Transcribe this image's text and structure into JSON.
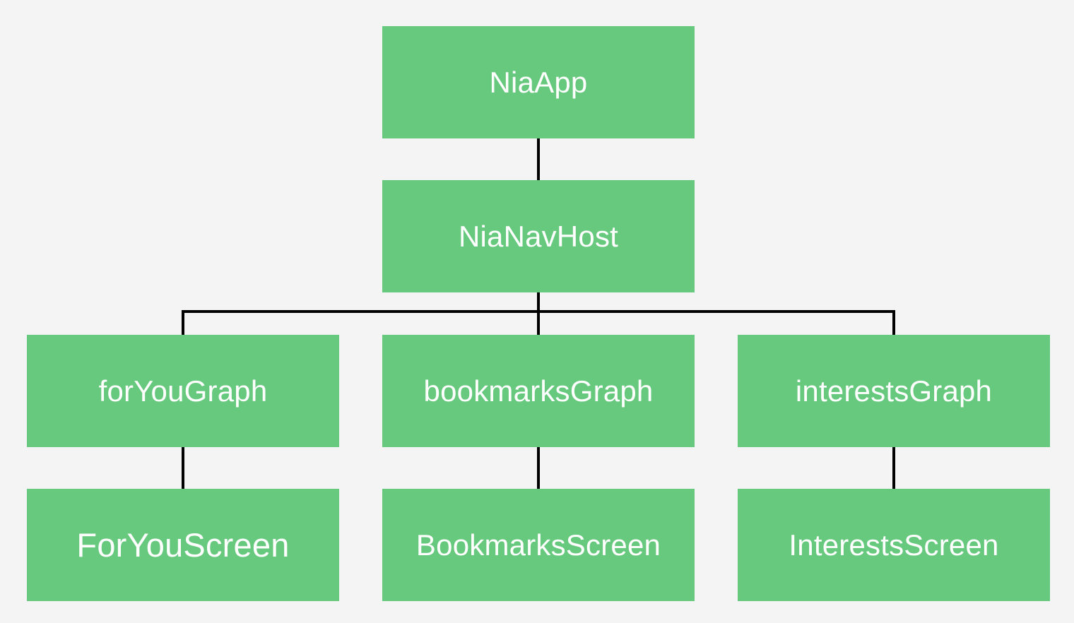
{
  "colors": {
    "background": "#f4f4f4",
    "node_fill": "#66c97d",
    "node_text": "#ffffff",
    "connector": "#000000"
  },
  "nodes": {
    "app": {
      "label": "NiaApp"
    },
    "nav_host": {
      "label": "NiaNavHost"
    },
    "for_you_graph": {
      "label": "forYouGraph"
    },
    "bookmarks_graph": {
      "label": "bookmarksGraph"
    },
    "interests_graph": {
      "label": "interestsGraph"
    },
    "for_you_screen": {
      "label": "ForYouScreen"
    },
    "bookmarks_screen": {
      "label": "BookmarksScreen"
    },
    "interests_screen": {
      "label": "InterestsScreen"
    }
  },
  "edges": [
    [
      "app",
      "nav_host"
    ],
    [
      "nav_host",
      "for_you_graph"
    ],
    [
      "nav_host",
      "bookmarks_graph"
    ],
    [
      "nav_host",
      "interests_graph"
    ],
    [
      "for_you_graph",
      "for_you_screen"
    ],
    [
      "bookmarks_graph",
      "bookmarks_screen"
    ],
    [
      "interests_graph",
      "interests_screen"
    ]
  ]
}
